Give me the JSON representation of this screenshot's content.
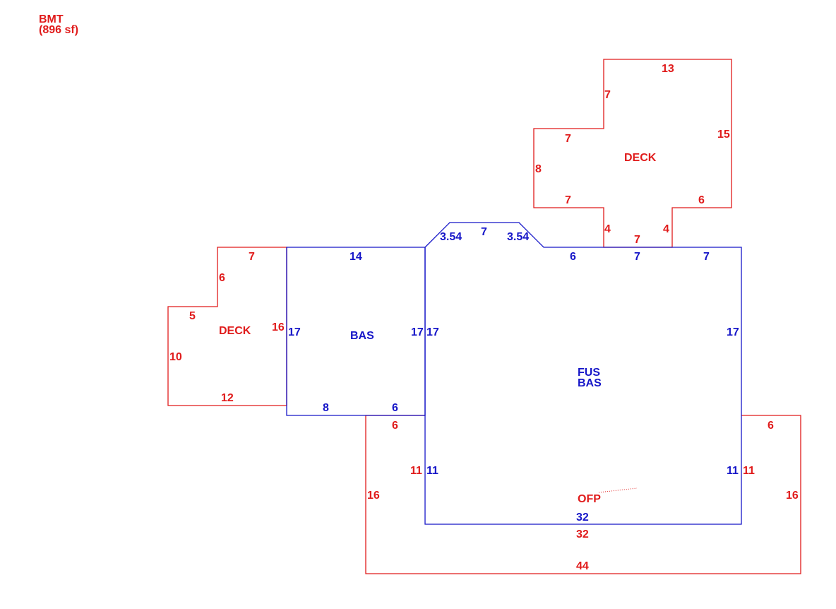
{
  "header": {
    "area_name": "BMT",
    "area_size": "(896 sf)"
  },
  "colors": {
    "red": "#e01b1b",
    "blue": "#1616c8"
  },
  "areas": {
    "deck_top": "DECK",
    "deck_left": "DECK",
    "bas_left": "BAS",
    "fus": "FUS",
    "bas_main": "BAS",
    "ofp": "OFP"
  },
  "dims": {
    "deck_top": {
      "top": "13",
      "left_upper": "7",
      "right": "15",
      "step_top": "7",
      "left": "8",
      "step_bottom": "7",
      "bottom_right": "6",
      "notch_left": "4",
      "notch_right": "4",
      "notch_bottom": "7"
    },
    "deck_left": {
      "top": "7",
      "left_upper": "6",
      "step": "5",
      "left": "10",
      "bottom": "12",
      "right": "16"
    },
    "bay": {
      "left_diag": "3.54",
      "top": "7",
      "right_diag": "3.54"
    },
    "bas_left": {
      "top": "14",
      "left": "17",
      "right": "17",
      "bottom_left": "8",
      "bottom_right": "6"
    },
    "main": {
      "top_1": "6",
      "top_2": "7",
      "top_3": "7",
      "left": "17",
      "right": "17",
      "left_lower": "11",
      "right_lower": "11",
      "bottom": "32"
    },
    "ofp": {
      "top_left": "6",
      "left_inner": "11",
      "left_outer": "16",
      "right_inner": "11",
      "right_top": "6",
      "right_outer": "16",
      "inner_bottom": "32",
      "bottom": "44"
    }
  }
}
